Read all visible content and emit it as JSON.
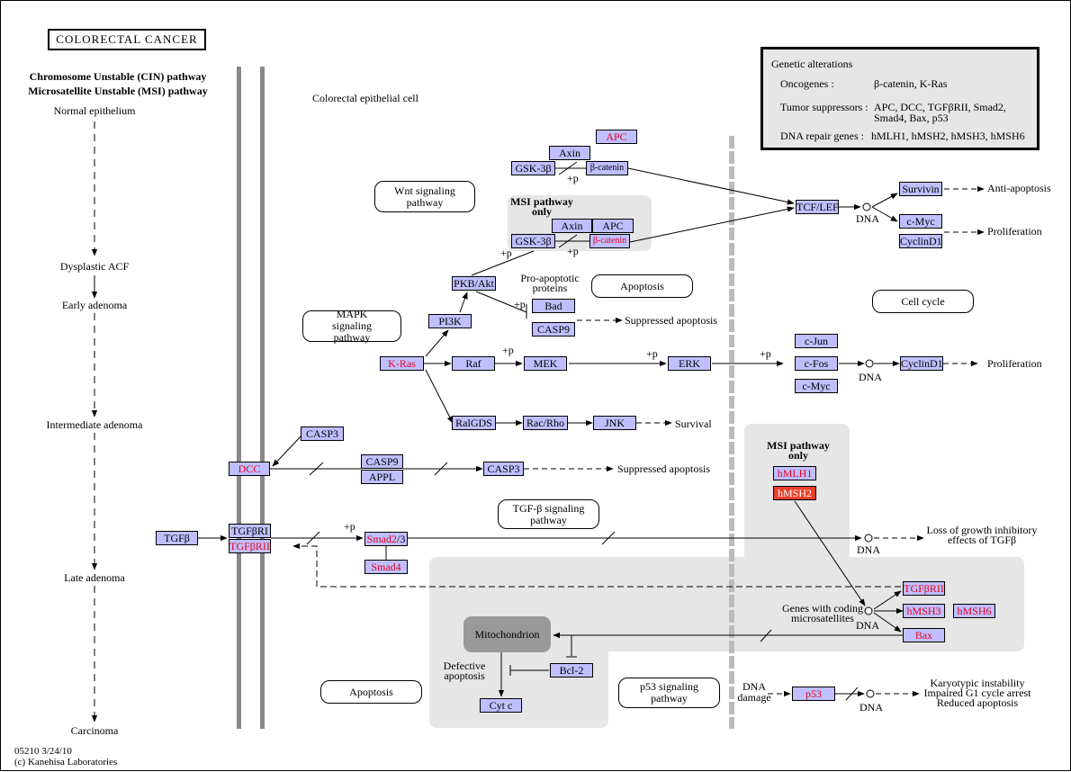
{
  "title": "COLORECTAL CANCER",
  "pathway_labels": {
    "cin": "Chromosome Unstable (CIN) pathway",
    "msi": "Microsatellite Unstable (MSI) pathway"
  },
  "stages": [
    "Normal epithelium",
    "Dysplastic ACF",
    "Early adenoma",
    "Intermediate adenoma",
    "Late adenoma",
    "Carcinoma"
  ],
  "cell_label": "Colorectal epithelial cell",
  "legend": {
    "heading": "Genetic alterations",
    "oncogenes_label": "Oncogenes :",
    "oncogenes_value": "β-catenin, K-Ras",
    "ts_label": "Tumor suppressors :",
    "ts_value_1": "APC, DCC, TGFβRII, Smad2,",
    "ts_value_2": "Smad4, Bax, p53",
    "repair_label": "DNA repair genes :",
    "repair_value": "hMLH1, hMSH2, hMSH3, hMSH6"
  },
  "msi_only": {
    "line1": "MSI pathway",
    "line2": "only"
  },
  "genes": {
    "apc_top": "APC",
    "axin1": "Axin",
    "gsk1": "GSK-3β",
    "bcat1": "β-catenin",
    "axin2": "Axin",
    "apc2": "APC",
    "gsk2": "GSK-3β",
    "bcat2": "β-catenin",
    "tcf": "TCF/LEF",
    "survivin": "Survivin",
    "cmyc1": "c-Myc",
    "cyclin1": "CyclinD1",
    "pkb": "PKB/Akt",
    "pi3k": "PI3K",
    "bad": "Bad",
    "casp9a": "CASP9",
    "kras": "K-Ras",
    "raf": "Raf",
    "mek": "MEK",
    "erk": "ERK",
    "cjun": "c-Jun",
    "cfos": "c-Fos",
    "cmyc2": "c-Myc",
    "cyclin2": "CyclinD1",
    "ralgds": "RalGDS",
    "racrho": "Rac/Rho",
    "jnk": "JNK",
    "casp3a": "CASP3",
    "dcc": "DCC",
    "casp9b": "CASP9",
    "appl": "APPL",
    "casp3b": "CASP3",
    "hmlh1": "hMLH1",
    "hmsh2": "hMSH2",
    "tgfb": "TGFβ",
    "tgfbr1": "TGFβRI",
    "tgfbr2": "TGFβRII",
    "smad2": "Smad2",
    "smad3": "/3",
    "smad4": "Smad4",
    "tgfbr2b": "TGFβRII",
    "hmsh3": "hMSH3",
    "hmsh6": "hMSH6",
    "bax": "Bax",
    "bcl2": "Bcl-2",
    "cytc": "Cyt c",
    "p53": "p53"
  },
  "pathways": {
    "wnt": "Wnt signaling pathway",
    "mapk": "MAPK signaling pathway",
    "apoptosis1": "Apoptosis",
    "cellcycle": "Cell cycle",
    "tgfb": "TGF-β signaling pathway",
    "apoptosis2": "Apoptosis",
    "p53": "p53 signaling pathway"
  },
  "texts": {
    "antiapop": "Anti-apoptosis",
    "prolif1": "Proliferation",
    "prolif2": "Proliferation",
    "proapop1": "Pro-apoptotic",
    "proapop2": "proteins",
    "suppressed1": "Suppressed apoptosis",
    "survival": "Survival",
    "suppressed2": "Suppressed apoptosis",
    "loss1": "Loss of growth inhibitory",
    "loss2": "effects of TGFβ",
    "genes_coding1": "Genes with coding",
    "genes_coding2": "microsatellites",
    "mito": "Mitochondrion",
    "defective1": "Defective",
    "defective2": "apoptosis",
    "dnadamage1": "DNA",
    "dnadamage2": "damage",
    "karyo1": "Karyotypic instability",
    "karyo2": "Impaired G1 cycle arrest",
    "karyo3": "Reduced apoptosis",
    "dna": "DNA",
    "plusp": "+p"
  },
  "footer": {
    "id": "05210 3/24/10",
    "credit": "(c) Kanehisa Laboratories"
  },
  "colors": {
    "gene_fill": "#bfbfff",
    "altered_text": "#e8001a",
    "highlight_fill": "#e8402a",
    "region": "#e6e6e6"
  }
}
